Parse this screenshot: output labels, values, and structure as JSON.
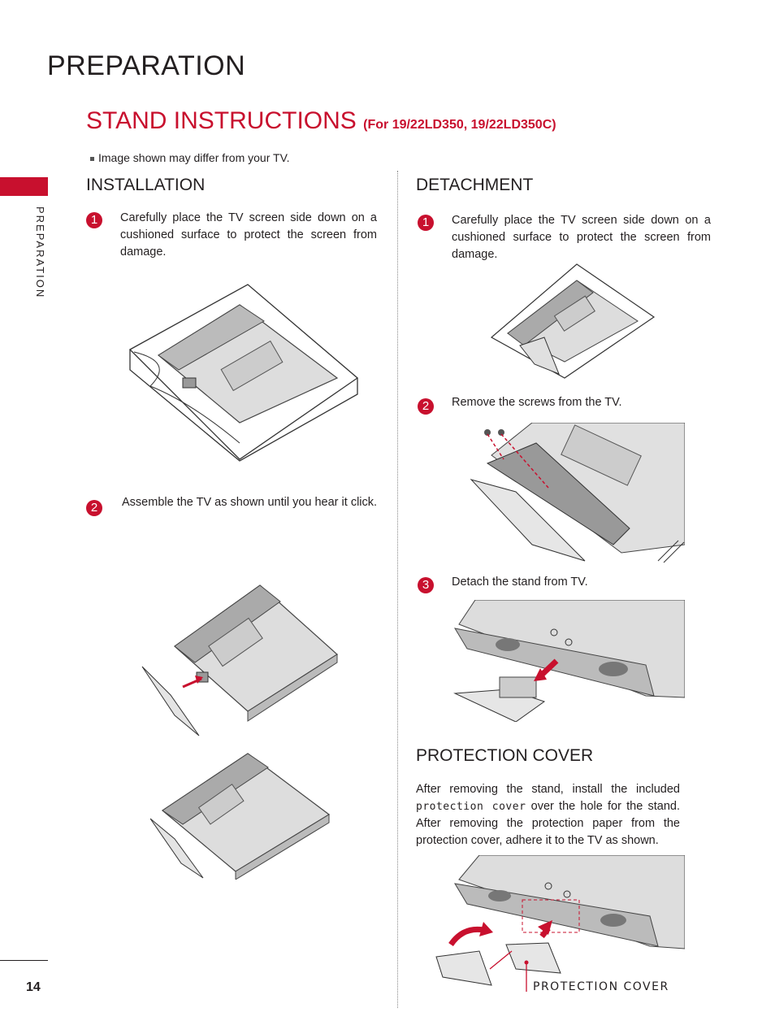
{
  "header": {
    "title": "PREPARATION",
    "section_title": "STAND INSTRUCTIONS",
    "section_subtitle": "(For 19/22LD350,  19/22LD350C)",
    "note": "Image shown may differ from your TV."
  },
  "sidebar": {
    "label": "PREPARATION"
  },
  "footer": {
    "page_number": "14"
  },
  "installation": {
    "heading": "INSTALLATION",
    "steps": [
      {
        "num": "1",
        "text": "Carefully place the TV screen side down on a cushioned surface to protect the screen from damage."
      },
      {
        "num": "2",
        "text": "Assemble the TV as shown until you hear it click."
      }
    ]
  },
  "detachment": {
    "heading": "DETACHMENT",
    "steps": [
      {
        "num": "1",
        "text": "Carefully place the TV screen side down on a cushioned surface to protect the screen from damage."
      },
      {
        "num": "2",
        "text": "Remove the screws from the TV."
      },
      {
        "num": "3",
        "text": "Detach the stand from TV."
      }
    ]
  },
  "protection": {
    "heading": "PROTECTION COVER",
    "text_before": "After removing the stand, install the included",
    "bold_term": "protection cover",
    "text_after": "over the hole for the stand. After removing the protection paper from the protection cover, adhere it to the TV as shown.",
    "callout": "PROTECTION COVER"
  },
  "colors": {
    "accent": "#c8102e",
    "text": "#231f20"
  }
}
